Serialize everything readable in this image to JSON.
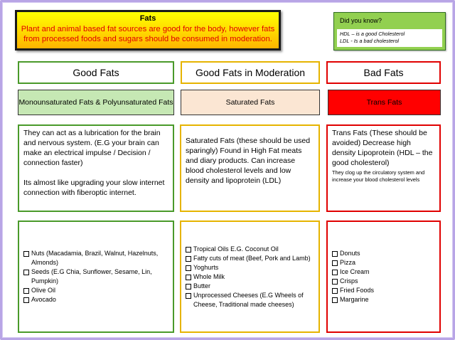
{
  "title": {
    "heading": "Fats",
    "text": "Plant and animal based fat sources are good for the body, however fats from processed foods and sugars should be consumed in moderation."
  },
  "did_you_know": {
    "heading": "Did you know?",
    "lines": [
      "HDL – is a good Cholesterol",
      "LDL - Is a bad cholesterol"
    ]
  },
  "columns": {
    "good": {
      "header": "Good Fats",
      "subheader": "Monounsaturated Fats  &  Polyunsaturated Fats",
      "desc1": "They can act as a lubrication for the brain and nervous system. (E.G your brain can make an electrical impulse / Decision / connection faster)",
      "desc2": "Its almost like upgrading your slow internet connection with fiberoptic internet.",
      "items": [
        "Nuts (Macadamia, Brazil, Walnut, Hazelnuts, Almonds)",
        "Seeds (E.G Chia, Sunflower, Sesame, Lin, Pumpkin)",
        "Olive Oil",
        "Avocado"
      ]
    },
    "moderation": {
      "header": "Good Fats in Moderation",
      "subheader": "Saturated Fats",
      "desc": "Saturated  Fats (these should be used sparingly) Found in High Fat meats and diary products. Can increase blood cholesterol levels and low density and lipoprotein (LDL)",
      "items": [
        "Tropical Oils E.G. Coconut Oil",
        "Fatty cuts of meat (Beef, Pork and Lamb)",
        "Yoghurts",
        "Whole Milk",
        "Butter",
        "Unprocessed Cheeses (E.G Wheels of Cheese, Traditional made cheeses)"
      ]
    },
    "bad": {
      "header": "Bad Fats",
      "subheader": "Trans Fats",
      "desc": "Trans Fats (These should be avoided) Decrease high density Lipoprotein (HDL – the good cholesterol)",
      "small": "They clog up the circulatory system and increase your blood cholesterol levels",
      "items": [
        "Donuts",
        "Pizza",
        "Ice Cream",
        "Crisps",
        "Fried Foods",
        "Margarine"
      ]
    }
  }
}
